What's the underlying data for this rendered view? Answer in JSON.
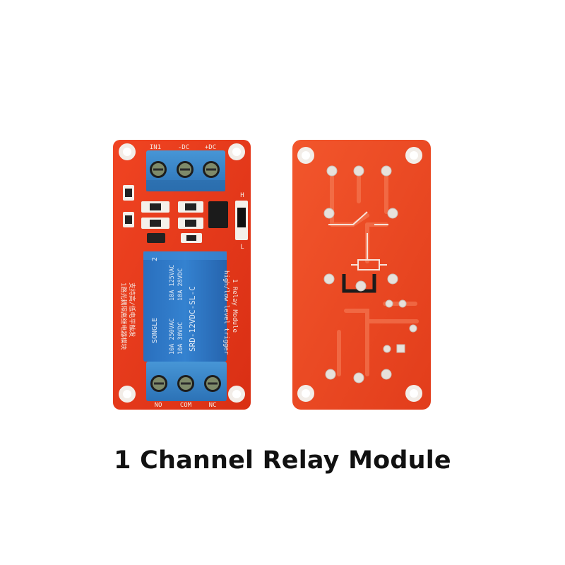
{
  "caption": "1 Channel Relay Module",
  "front_board": {
    "input_terminal_labels": [
      "IN1",
      "-DC",
      "+DC"
    ],
    "output_terminal_labels": [
      "NO",
      "COM",
      "NC"
    ],
    "silkscreen": {
      "module_line1": "1 Relay Module",
      "module_line2": "high/low level trigger",
      "chinese_line1": "1路光耦隔离继电器模块",
      "chinese_line2": "支持高/低电平触发",
      "jumper_high": "H",
      "jumper_low": "L"
    },
    "relay": {
      "brand": "SONGLE",
      "number": "2",
      "rating_col1": [
        "10A 250VAC",
        "10A 30VDC"
      ],
      "rating_col2": [
        "10A 125VAC",
        "10A 28VDC"
      ],
      "model": "SRD-12VDC-SL-C"
    }
  },
  "colors": {
    "pcb": "#e9391b",
    "pcb_back": "#ee4a25",
    "terminal_blue": "#3a86c8",
    "relay_blue": "#2d74c4",
    "pad": "#f2ede8"
  },
  "icons": [
    "mounting-hole-icon",
    "screw-terminal-icon",
    "relay-icon",
    "led-icon"
  ]
}
